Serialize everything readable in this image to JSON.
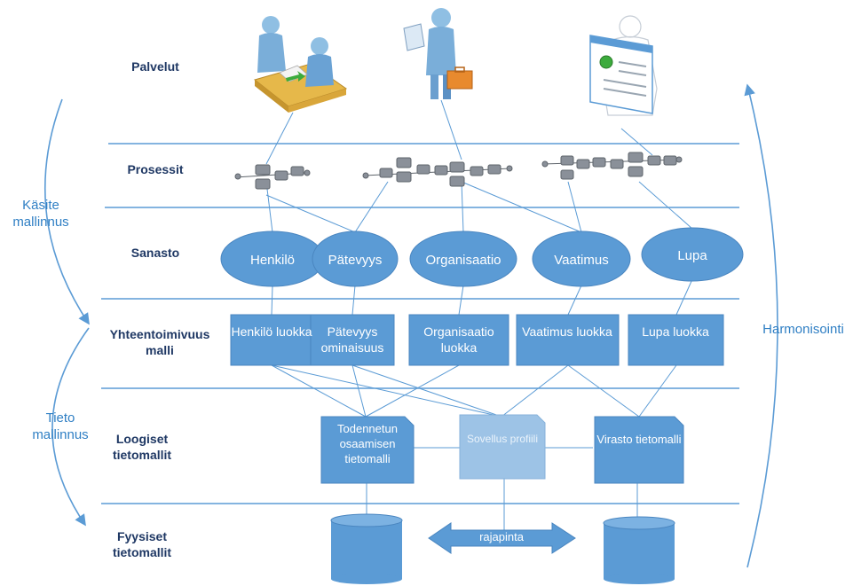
{
  "layers": [
    "Palvelut",
    "Prosessit",
    "Sanasto",
    "Yhteentoimivuus malli",
    "Loogiset tietomallit",
    "Fyysiset tietomallit"
  ],
  "side_left": {
    "top": "Käsite mallinnus",
    "bottom": "Tieto mallinnus"
  },
  "side_right": "Harmonisointi",
  "vocabulary": [
    "Henkilö",
    "Pätevyys",
    "Organisaatio",
    "Vaatimus",
    "Lupa"
  ],
  "interop": [
    "Henkilö luokka",
    "Pätevyys ominaisuus",
    "Organisaatio luokka",
    "Vaatimus luokka",
    "Lupa luokka"
  ],
  "logical": {
    "left": "Todennetun osaamisen tietomalli",
    "middle": "Sovellus profiili",
    "right": "Virasto tietomalli"
  },
  "physical_arrow": "rajapinta",
  "icons": [
    "meeting-people-icon",
    "person-briefcase-icon",
    "web-application-icon",
    "process-flow-icon",
    "database-icon"
  ],
  "colors": {
    "accent": "#5b9bd5",
    "light_accent": "#9dc3e6",
    "line": "#4f94cd",
    "text_dark": "#1f3864",
    "side_text": "#2f7fc4"
  }
}
